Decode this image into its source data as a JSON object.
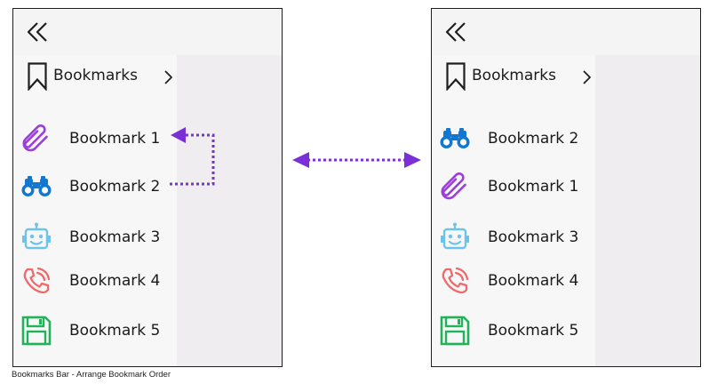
{
  "caption": "Bookmarks Bar - Arrange Bookmark Order",
  "colors": {
    "accent_arrow": "#7b2fd6",
    "paperclip": "#9b3fd8",
    "binoculars": "#1177d1",
    "robot": "#6ec3ea",
    "phone": "#ef6a6a",
    "floppy": "#22b35a"
  },
  "left_panel": {
    "collapse_icon": "double-chevron-left-icon",
    "header": {
      "icon": "bookmark-flag-icon",
      "title": "Bookmarks",
      "chevron": "chevron-right-icon"
    },
    "items": [
      {
        "icon": "paperclip-icon",
        "label": "Bookmark 1"
      },
      {
        "icon": "binoculars-icon",
        "label": "Bookmark 2"
      },
      {
        "icon": "robot-icon",
        "label": "Bookmark 3"
      },
      {
        "icon": "phone-ringing-icon",
        "label": "Bookmark 4"
      },
      {
        "icon": "floppy-disk-icon",
        "label": "Bookmark 5"
      }
    ]
  },
  "right_panel": {
    "collapse_icon": "double-chevron-left-icon",
    "header": {
      "icon": "bookmark-flag-icon",
      "title": "Bookmarks",
      "chevron": "chevron-right-icon"
    },
    "items": [
      {
        "icon": "binoculars-icon",
        "label": "Bookmark 2"
      },
      {
        "icon": "paperclip-icon",
        "label": "Bookmark 1"
      },
      {
        "icon": "robot-icon",
        "label": "Bookmark 3"
      },
      {
        "icon": "phone-ringing-icon",
        "label": "Bookmark 4"
      },
      {
        "icon": "floppy-disk-icon",
        "label": "Bookmark 5"
      }
    ]
  }
}
